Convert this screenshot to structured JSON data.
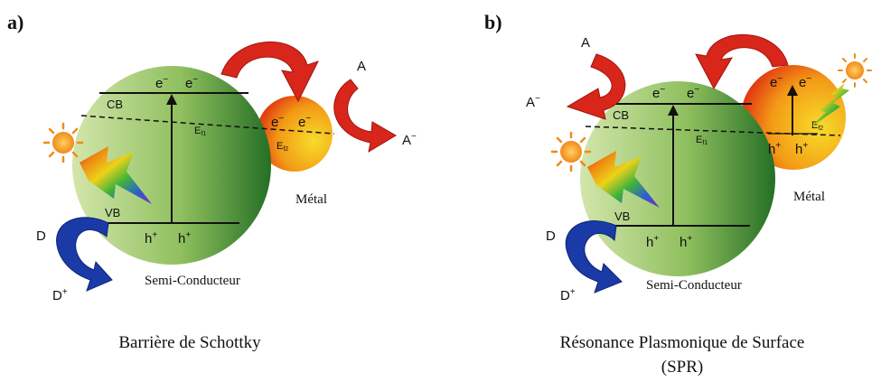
{
  "panels": [
    {
      "id": "a",
      "panel_label": "a)",
      "cb_label": "CB",
      "vb_label": "VB",
      "ef1_label": "E",
      "ef1_sub": "f1",
      "ef2_label": "E",
      "ef2_sub": "f2",
      "electron": "e",
      "electron_sup": "−",
      "hole": "h",
      "hole_sup": "+",
      "metal_label": "Métal",
      "semiconductor_label": "Semi-Conducteur",
      "acceptor": "A",
      "acceptor_reduced": "A",
      "acceptor_reduced_sup": "−",
      "donor": "D",
      "donor_oxidized": "D",
      "donor_oxidized_sup": "+",
      "caption": "Barrière de Schottky",
      "caption_line2": ""
    },
    {
      "id": "b",
      "panel_label": "b)",
      "cb_label": "CB",
      "vb_label": "VB",
      "ef1_label": "E",
      "ef1_sub": "f1",
      "ef2_label": "E",
      "ef2_sub": "f2",
      "electron": "e",
      "electron_sup": "−",
      "hole": "h",
      "hole_sup": "+",
      "metal_label": "Métal",
      "semiconductor_label": "Semi-Conducteur",
      "acceptor": "A",
      "acceptor_reduced": "A",
      "acceptor_reduced_sup": "−",
      "donor": "D",
      "donor_oxidized": "D",
      "donor_oxidized_sup": "+",
      "caption": "Résonance Plasmonique de Surface",
      "caption_line2": "(SPR)"
    }
  ],
  "colors": {
    "semiconductor_light": "#c7df9c",
    "semiconductor_dark": "#2f7a2c",
    "metal_red": "#e02010",
    "metal_yellow": "#f6d020",
    "arrow_red": "#d8261a",
    "arrow_blue": "#1a3aa8",
    "sun": "#f39a2a"
  }
}
